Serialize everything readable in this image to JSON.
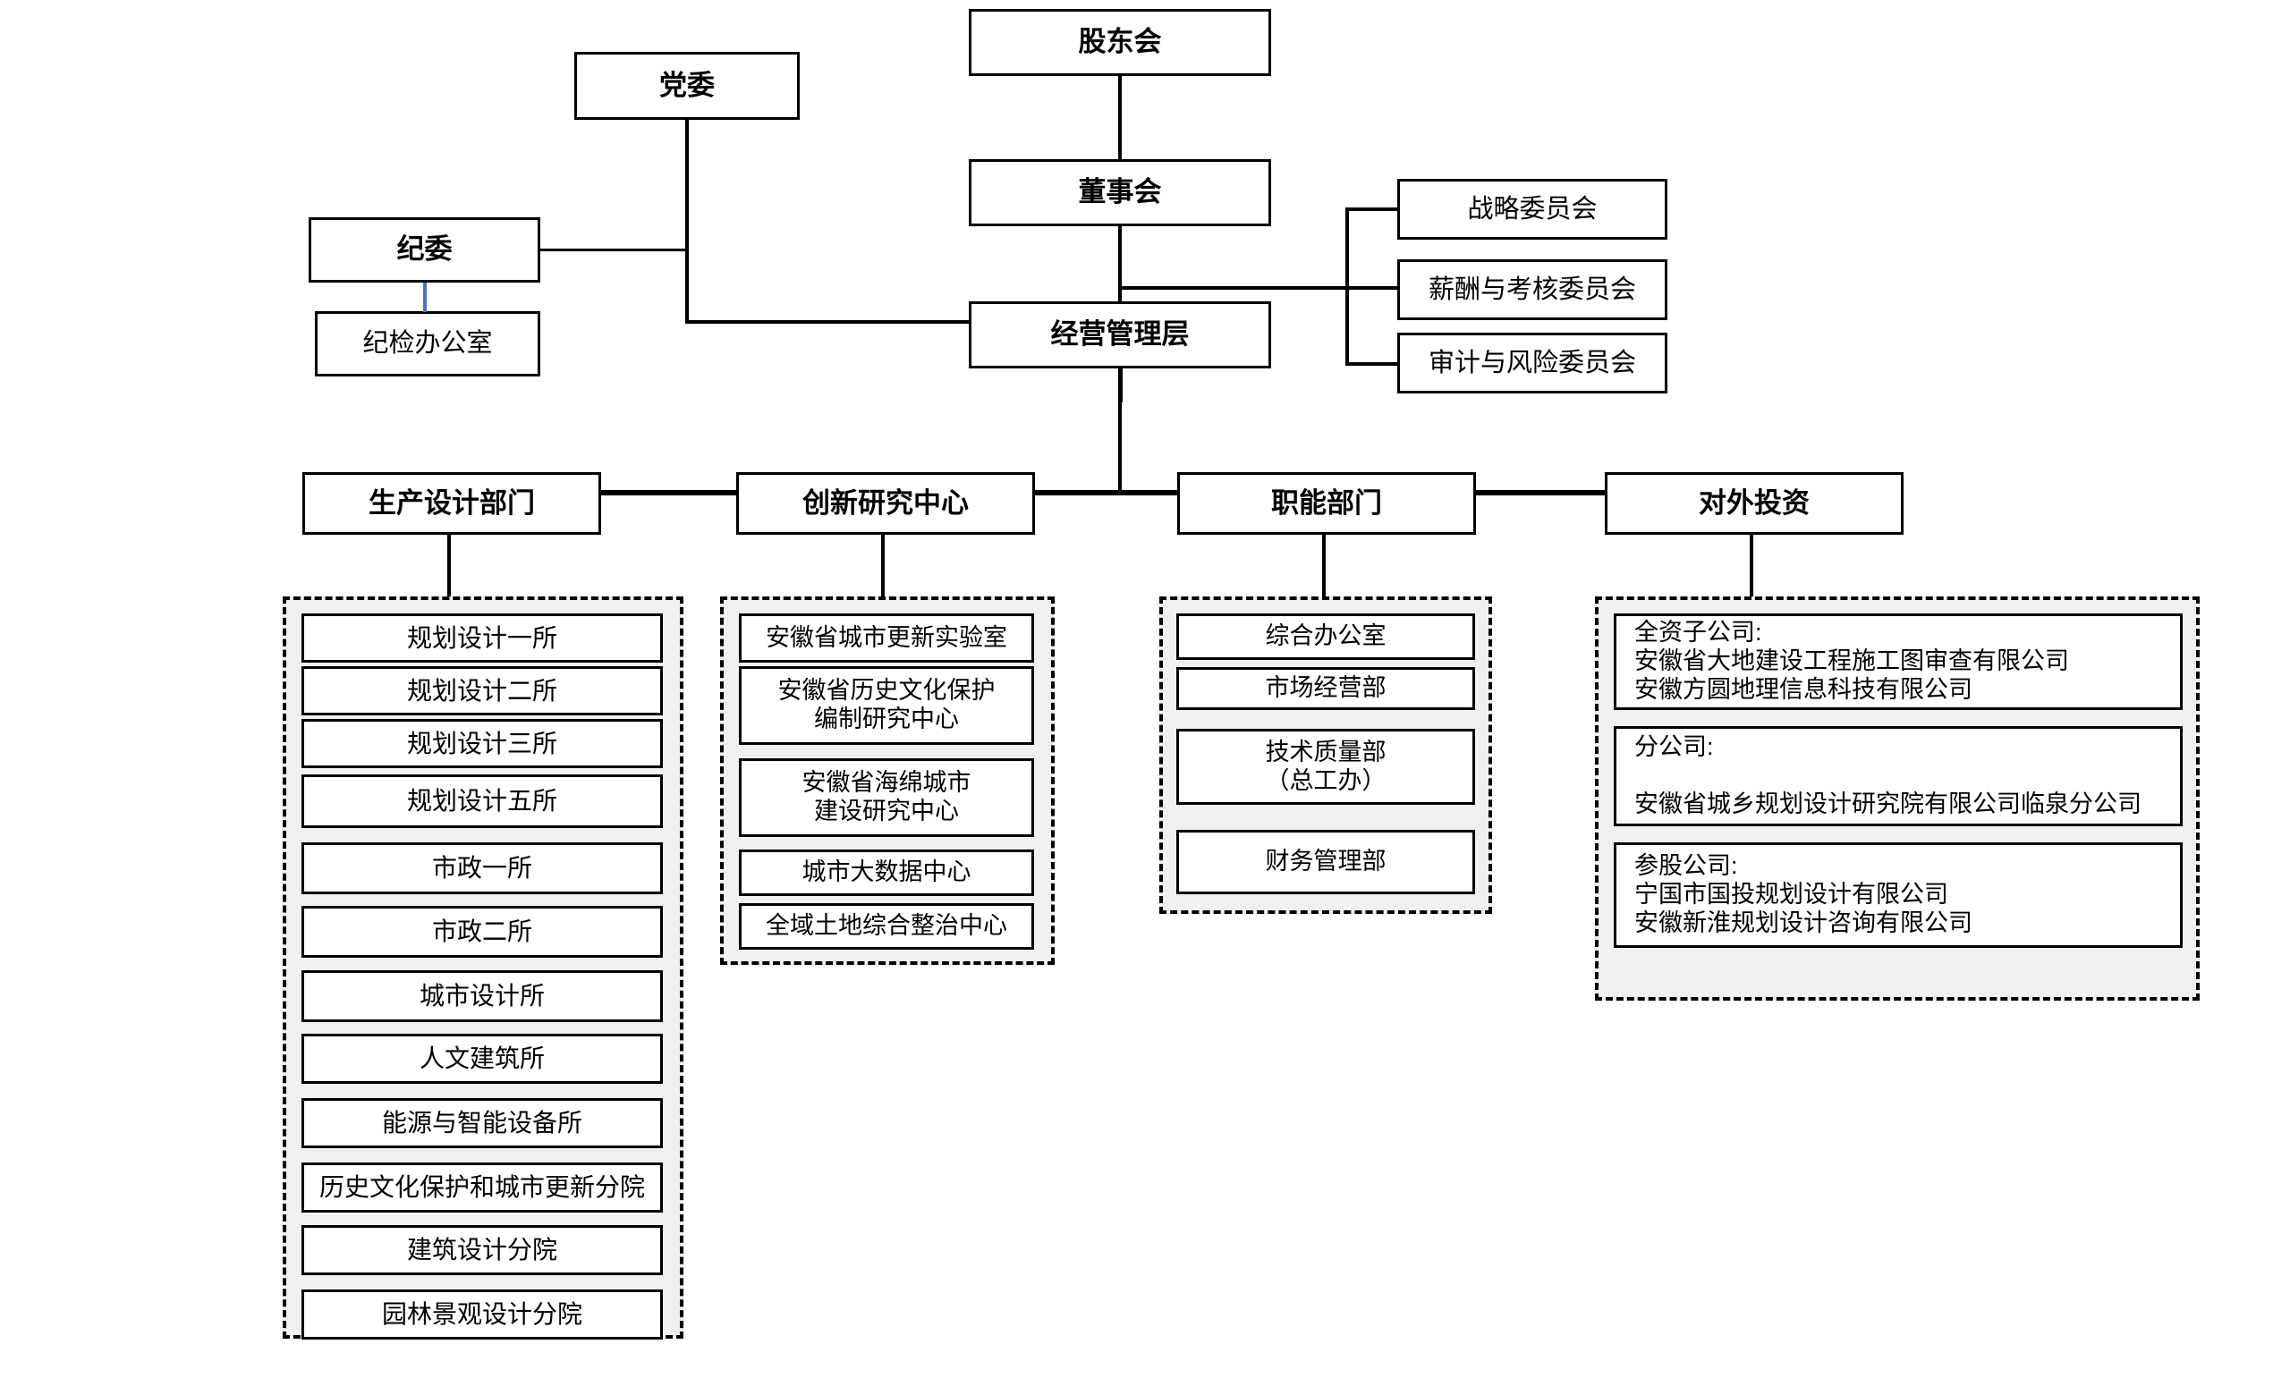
{
  "chart_title": "",
  "colors": {
    "line": "#000000",
    "accent_blue": "#4573c4",
    "group_fill": "#f0f0f0",
    "box_fill": "#ffffff"
  },
  "top_hierarchy": {
    "shareholders": "股东会",
    "board": "董事会",
    "management": "经营管理层",
    "party_committee": "党委",
    "discipline_committee": "纪委",
    "discipline_office": "纪检办公室"
  },
  "board_committees": [
    {
      "label": "战略委员会"
    },
    {
      "label": "薪酬与考核委员会"
    },
    {
      "label": "审计与风险委员会"
    }
  ],
  "divisions": [
    {
      "header": "生产设计部门",
      "items": [
        {
          "label": "规划设计一所"
        },
        {
          "label": "规划设计二所"
        },
        {
          "label": "规划设计三所"
        },
        {
          "label": "规划设计五所"
        },
        {
          "label": "市政一所"
        },
        {
          "label": "市政二所"
        },
        {
          "label": "城市设计所"
        },
        {
          "label": "人文建筑所"
        },
        {
          "label": "能源与智能设备所"
        },
        {
          "label": "历史文化保护和城市更新分院"
        },
        {
          "label": "建筑设计分院"
        },
        {
          "label": "园林景观设计分院"
        }
      ]
    },
    {
      "header": "创新研究中心",
      "items": [
        {
          "label": "安徽省城市更新实验室"
        },
        {
          "label": "安徽省历史文化保护\n编制研究中心"
        },
        {
          "label": "安徽省海绵城市\n建设研究中心"
        },
        {
          "label": "城市大数据中心"
        },
        {
          "label": "全域土地综合整治中心"
        }
      ]
    },
    {
      "header": "职能部门",
      "items": [
        {
          "label": "综合办公室"
        },
        {
          "label": "市场经营部"
        },
        {
          "label": "技术质量部\n（总工办）"
        },
        {
          "label": "财务管理部"
        }
      ]
    },
    {
      "header": "对外投资",
      "items": [
        {
          "label": "全资子公司:\n    安徽省大地建设工程施工图审查有限公司\n    安徽方圆地理信息科技有限公司"
        },
        {
          "label": "分公司:\n\n 安徽省城乡规划设计研究院有限公司临泉分公司"
        },
        {
          "label": "参股公司:\n    宁国市国投规划设计有限公司\n    安徽新淮规划设计咨询有限公司"
        }
      ]
    }
  ]
}
